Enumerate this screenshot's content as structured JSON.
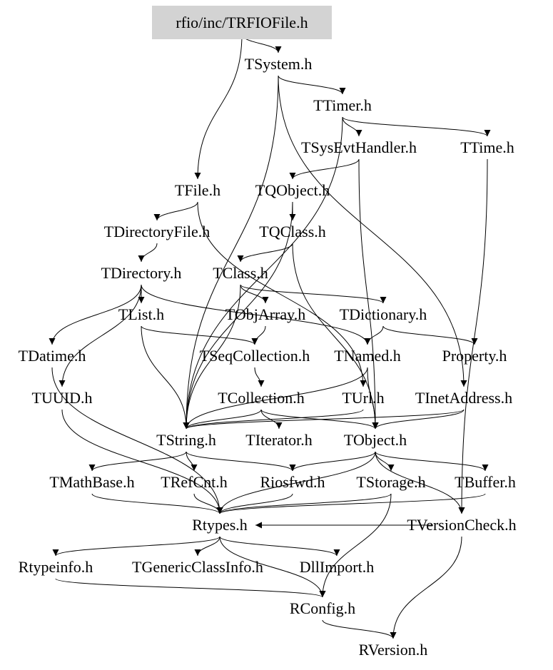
{
  "nodes": [
    {
      "id": "TRFIOFile",
      "label": "rfio/inc/TRFIOFile.h",
      "highlight": true
    },
    {
      "id": "TSystem",
      "label": "TSystem.h"
    },
    {
      "id": "TTimer",
      "label": "TTimer.h"
    },
    {
      "id": "TSysEvtHandler",
      "label": "TSysEvtHandler.h"
    },
    {
      "id": "TTime",
      "label": "TTime.h"
    },
    {
      "id": "TFile",
      "label": "TFile.h"
    },
    {
      "id": "TQObject",
      "label": "TQObject.h"
    },
    {
      "id": "TDirectoryFile",
      "label": "TDirectoryFile.h"
    },
    {
      "id": "TQClass",
      "label": "TQClass.h"
    },
    {
      "id": "TDirectory",
      "label": "TDirectory.h"
    },
    {
      "id": "TClass",
      "label": "TClass.h"
    },
    {
      "id": "TList",
      "label": "TList.h"
    },
    {
      "id": "TObjArray",
      "label": "TObjArray.h"
    },
    {
      "id": "TDictionary",
      "label": "TDictionary.h"
    },
    {
      "id": "TDatime",
      "label": "TDatime.h"
    },
    {
      "id": "TSeqCollection",
      "label": "TSeqCollection.h"
    },
    {
      "id": "TNamed",
      "label": "TNamed.h"
    },
    {
      "id": "Property",
      "label": "Property.h"
    },
    {
      "id": "TUUID",
      "label": "TUUID.h"
    },
    {
      "id": "TCollection",
      "label": "TCollection.h"
    },
    {
      "id": "TUrl",
      "label": "TUrl.h"
    },
    {
      "id": "TInetAddress",
      "label": "TInetAddress.h"
    },
    {
      "id": "TString",
      "label": "TString.h"
    },
    {
      "id": "TIterator",
      "label": "TIterator.h"
    },
    {
      "id": "TObject",
      "label": "TObject.h"
    },
    {
      "id": "TMathBase",
      "label": "TMathBase.h"
    },
    {
      "id": "TRefCnt",
      "label": "TRefCnt.h"
    },
    {
      "id": "Riosfwd",
      "label": "Riosfwd.h"
    },
    {
      "id": "TStorage",
      "label": "TStorage.h"
    },
    {
      "id": "TBuffer",
      "label": "TBuffer.h"
    },
    {
      "id": "Rtypes",
      "label": "Rtypes.h"
    },
    {
      "id": "TVersionCheck",
      "label": "TVersionCheck.h"
    },
    {
      "id": "Rtypeinfo",
      "label": "Rtypeinfo.h"
    },
    {
      "id": "TGenericClassInfo",
      "label": "TGenericClassInfo.h"
    },
    {
      "id": "DllImport",
      "label": "DllImport.h"
    },
    {
      "id": "RConfig",
      "label": "RConfig.h"
    },
    {
      "id": "RVersion",
      "label": "RVersion.h"
    }
  ],
  "edges": [
    [
      "TRFIOFile",
      "TSystem"
    ],
    [
      "TRFIOFile",
      "TFile"
    ],
    [
      "TSystem",
      "TTimer"
    ],
    [
      "TSystem",
      "TString"
    ],
    [
      "TSystem",
      "TInetAddress"
    ],
    [
      "TTimer",
      "TSysEvtHandler"
    ],
    [
      "TTimer",
      "TTime"
    ],
    [
      "TTimer",
      "TString"
    ],
    [
      "TSysEvtHandler",
      "TQObject"
    ],
    [
      "TSysEvtHandler",
      "TObject"
    ],
    [
      "TTime",
      "TVersionCheck"
    ],
    [
      "TFile",
      "TDirectoryFile"
    ],
    [
      "TFile",
      "TUrl"
    ],
    [
      "TQObject",
      "TQClass"
    ],
    [
      "TQObject",
      "TString"
    ],
    [
      "TDirectoryFile",
      "TDirectory"
    ],
    [
      "TQClass",
      "TClass"
    ],
    [
      "TQClass",
      "TObject"
    ],
    [
      "TDirectory",
      "TList"
    ],
    [
      "TDirectory",
      "TDatime"
    ],
    [
      "TDirectory",
      "TUUID"
    ],
    [
      "TDirectory",
      "TNamed"
    ],
    [
      "TClass",
      "TObjArray"
    ],
    [
      "TClass",
      "TDictionary"
    ],
    [
      "TClass",
      "TString"
    ],
    [
      "TList",
      "TSeqCollection"
    ],
    [
      "TList",
      "TString"
    ],
    [
      "TObjArray",
      "TSeqCollection"
    ],
    [
      "TDictionary",
      "TNamed"
    ],
    [
      "TDictionary",
      "Property"
    ],
    [
      "TSeqCollection",
      "TCollection"
    ],
    [
      "TNamed",
      "TString"
    ],
    [
      "TNamed",
      "TObject"
    ],
    [
      "TCollection",
      "TString"
    ],
    [
      "TCollection",
      "TObject"
    ],
    [
      "TCollection",
      "TIterator"
    ],
    [
      "TUrl",
      "TString"
    ],
    [
      "TInetAddress",
      "TObject"
    ],
    [
      "TInetAddress",
      "TString"
    ],
    [
      "TString",
      "TMathBase"
    ],
    [
      "TString",
      "TRefCnt"
    ],
    [
      "TString",
      "Riosfwd"
    ],
    [
      "TObject",
      "Riosfwd"
    ],
    [
      "TObject",
      "TStorage"
    ],
    [
      "TObject",
      "TBuffer"
    ],
    [
      "TObject",
      "Rtypes"
    ],
    [
      "TObject",
      "TVersionCheck"
    ],
    [
      "TDatime",
      "Rtypes"
    ],
    [
      "TUUID",
      "Rtypes"
    ],
    [
      "TMathBase",
      "Rtypes"
    ],
    [
      "TRefCnt",
      "Rtypes"
    ],
    [
      "Riosfwd",
      "Rtypes"
    ],
    [
      "TStorage",
      "Rtypes"
    ],
    [
      "TStorage",
      "RConfig"
    ],
    [
      "TBuffer",
      "Rtypes"
    ],
    [
      "TVersionCheck",
      "Rtypes"
    ],
    [
      "TVersionCheck",
      "RVersion"
    ],
    [
      "Rtypes",
      "Rtypeinfo"
    ],
    [
      "Rtypes",
      "TGenericClassInfo"
    ],
    [
      "Rtypes",
      "DllImport"
    ],
    [
      "Rtypes",
      "RConfig"
    ],
    [
      "Rtypeinfo",
      "RConfig"
    ],
    [
      "RConfig",
      "RVersion"
    ]
  ],
  "colors": {
    "highlight_fill": "#d3d3d3",
    "edge": "#000000",
    "text": "#000000"
  }
}
